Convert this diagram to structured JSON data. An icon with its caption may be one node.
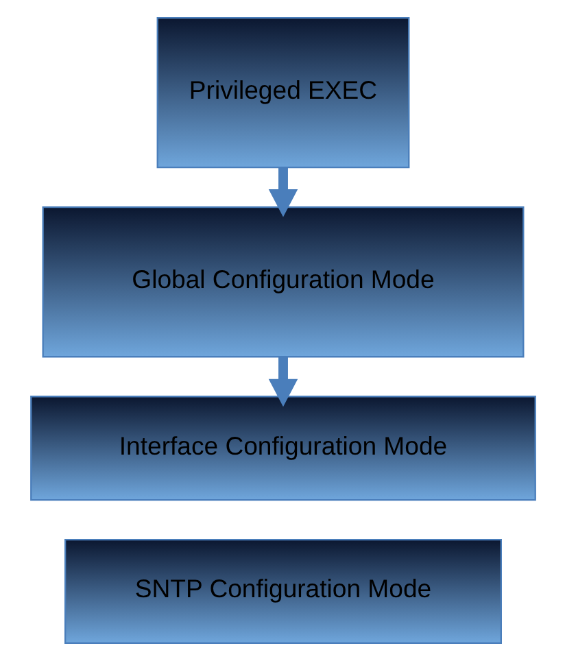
{
  "diagram": {
    "nodes": [
      {
        "text": [
          "Privileged EXEC"
        ]
      },
      {
        "text": [
          "Global Configuration Mode"
        ]
      },
      {
        "text": [
          "Interface Configuration Mode"
        ]
      },
      {
        "text": [
          "SNTP Configuration Mode"
        ]
      }
    ],
    "edges": [
      {
        "from": 0,
        "to": 1,
        "arrow": "to"
      },
      {
        "from": 1,
        "to": 2,
        "arrow": "to"
      }
    ]
  }
}
